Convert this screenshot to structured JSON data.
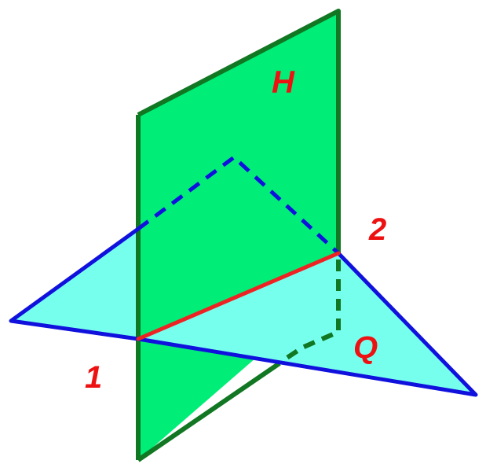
{
  "labels": {
    "plane_h": "H",
    "plane_q": "Q",
    "point_1": "1",
    "point_2": "2"
  },
  "colors": {
    "plane_h_fill": "#00ee77",
    "plane_h_edge": "#117722",
    "plane_q_fill": "#77ffee",
    "plane_q_edge": "#1111dd",
    "intersection_line": "#ee2222",
    "label_color": "#ee1111"
  }
}
